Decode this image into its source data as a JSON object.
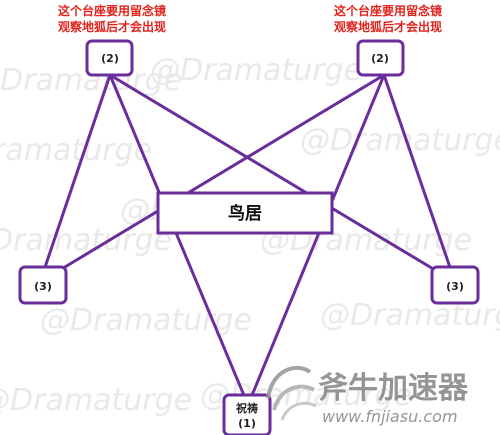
{
  "watermark": {
    "text": "@Dramaturge"
  },
  "notes": {
    "left": {
      "line1": "这个台座要用留念镜",
      "line2": "观察地狐后才会出现"
    },
    "right": {
      "line1": "这个台座要用留念镜",
      "line2": "观察地狐后才会出现"
    }
  },
  "nodes": {
    "top_left": {
      "label": "(2)"
    },
    "top_right": {
      "label": "(2)"
    },
    "mid_left": {
      "label": "(3)"
    },
    "mid_right": {
      "label": "(3)"
    },
    "bottom": {
      "line1": "祝祷",
      "line2": "(1)"
    }
  },
  "torii": {
    "label": "鸟居"
  },
  "brand": {
    "name": "斧牛加速器",
    "url": "www.fnjiasu.com"
  },
  "colors": {
    "edge": "#6a2d9c",
    "note": "#e0251f",
    "watermark": "#e9e9e9"
  }
}
